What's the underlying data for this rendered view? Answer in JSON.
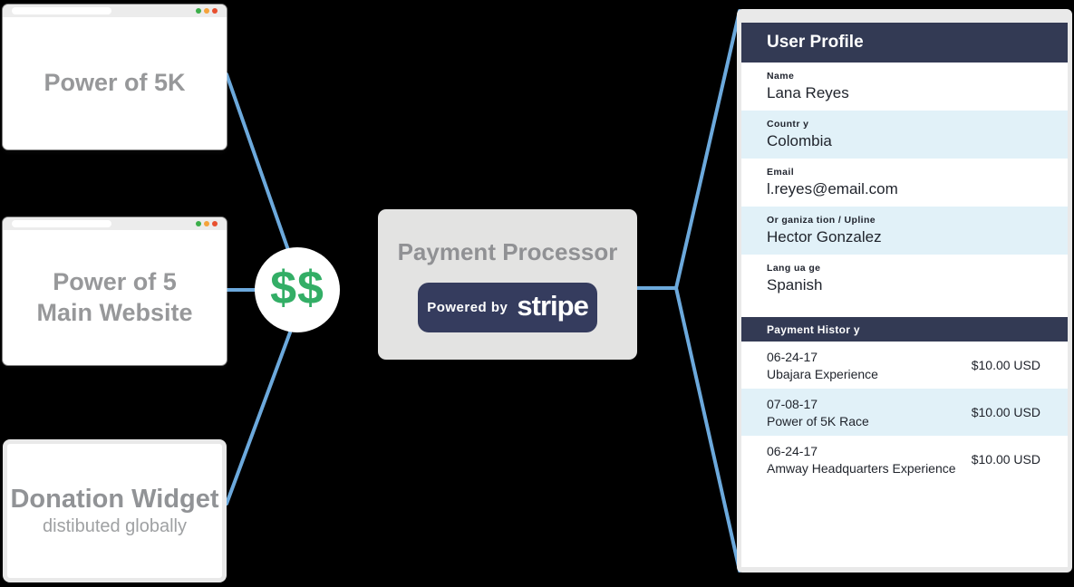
{
  "colors": {
    "background": "#000000",
    "connector": "#6CA9DC",
    "money_green": "#33AE66",
    "navy_header": "#333A54",
    "stripe_badge_navy": "#353C5E",
    "alt_row_blue": "#E1F1F8",
    "processor_gray": "#E3E3E2",
    "muted_text_gray": "#97989A",
    "dot_green": "#3CAE4A",
    "dot_orange": "#F5A33B",
    "dot_red": "#E8502F"
  },
  "windows": {
    "power_of_5k": {
      "title": "Power of 5K"
    },
    "main_website": {
      "title_line1": "Power of 5",
      "title_line2": "Main Website"
    },
    "donation_widget": {
      "title": "Donation Widget",
      "subtitle": "distibuted globally"
    }
  },
  "money_icon": {
    "text": "$$"
  },
  "processor": {
    "title": "Payment Processor",
    "badge_prefix": "Powered by",
    "badge_brand": "stripe"
  },
  "profile": {
    "header": "User Profile",
    "fields": [
      {
        "label": "Name",
        "value": "Lana Reyes"
      },
      {
        "label": "Countr y",
        "value": "Colombia"
      },
      {
        "label": "Email",
        "value": "l.reyes@email.com"
      },
      {
        "label": "Or ganiza tion / Upline",
        "value": "Hector Gonzalez"
      },
      {
        "label": "Lang ua ge",
        "value": "Spanish"
      }
    ],
    "payment_history": {
      "header": "Payment Histor y",
      "rows": [
        {
          "date": "06-24-17",
          "item": "Ubajara Experience",
          "amount": "$10.00 USD"
        },
        {
          "date": "07-08-17",
          "item": "Power of 5K Race",
          "amount": "$10.00 USD"
        },
        {
          "date": "06-24-17",
          "item": "Amway Headquarters Experience",
          "amount": "$10.00 USD"
        }
      ]
    }
  }
}
